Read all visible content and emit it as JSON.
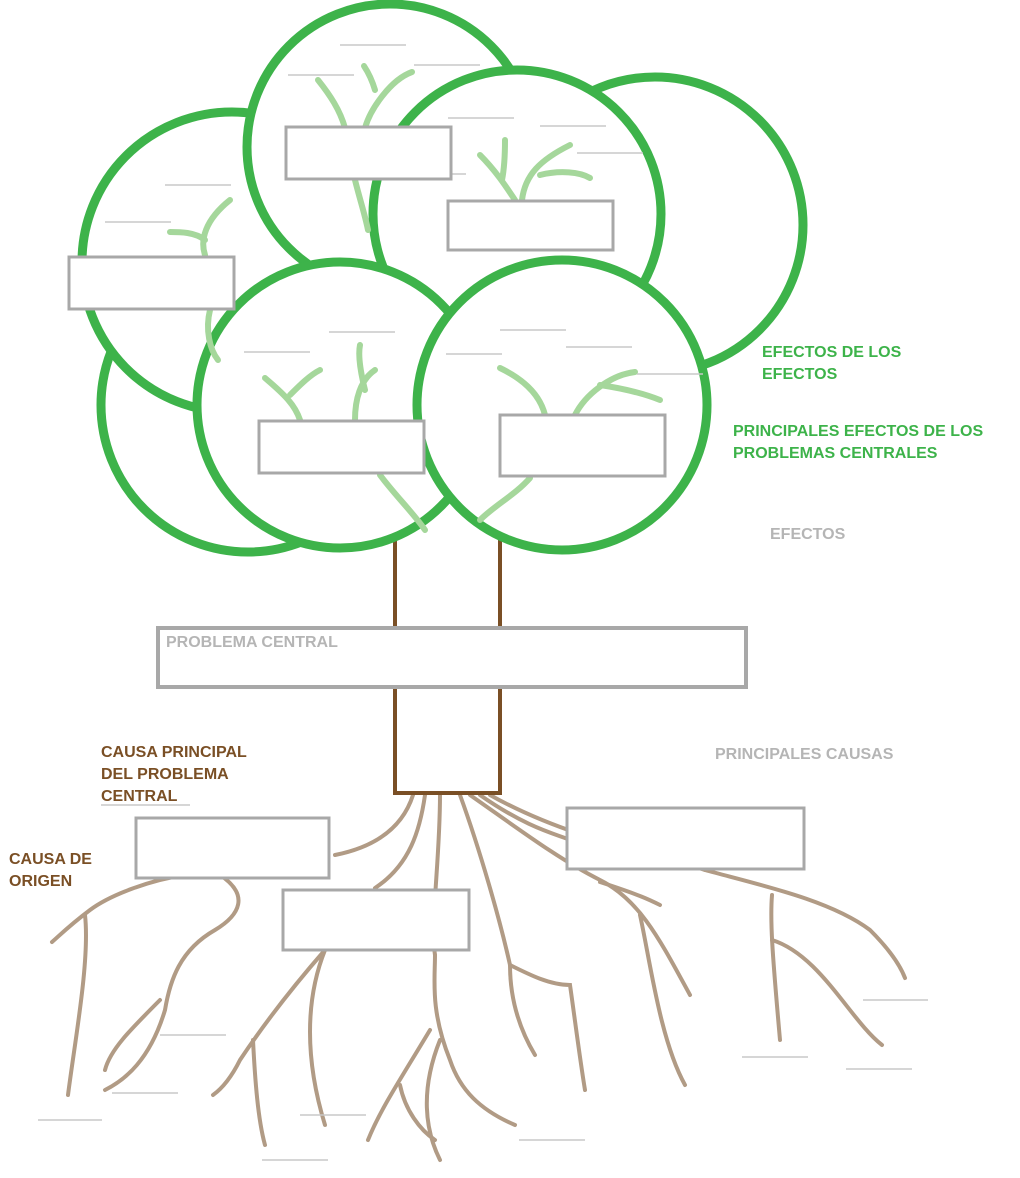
{
  "labels": {
    "effects_of_effects": "EFECTOS DE LOS EFECTOS",
    "main_effects": "PRINCIPALES EFECTOS DE LOS PROBLEMAS CENTRALES",
    "effects": "EFECTOS",
    "central_problem": "PROBLEMA CENTRAL",
    "main_causes": "PRINCIPALES CAUSAS",
    "main_cause": "CAUSA PRINCIPAL DEL PROBLEMA CENTRAL",
    "root_cause": "CAUSA DE ORIGEN"
  },
  "colors": {
    "canopy_green": "#3db34a",
    "branch_light_green": "#a5d79b",
    "trunk_brown": "#7a4f25",
    "root_tan": "#b19b85",
    "box_grey": "#a8a8a8",
    "label_grey": "#b5b5b5"
  }
}
